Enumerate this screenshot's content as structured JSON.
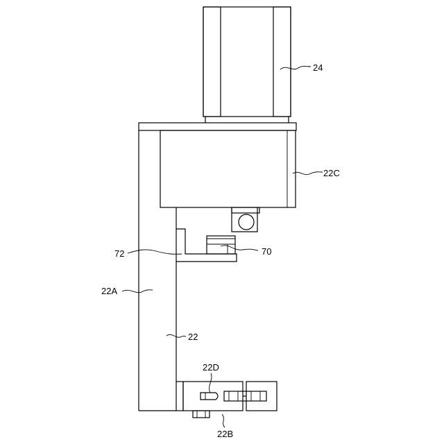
{
  "labels": {
    "l24": "24",
    "l22C": "22C",
    "l70": "70",
    "l72": "72",
    "l22A": "22A",
    "l22": "22",
    "l22D": "22D",
    "l22B": "22B"
  }
}
